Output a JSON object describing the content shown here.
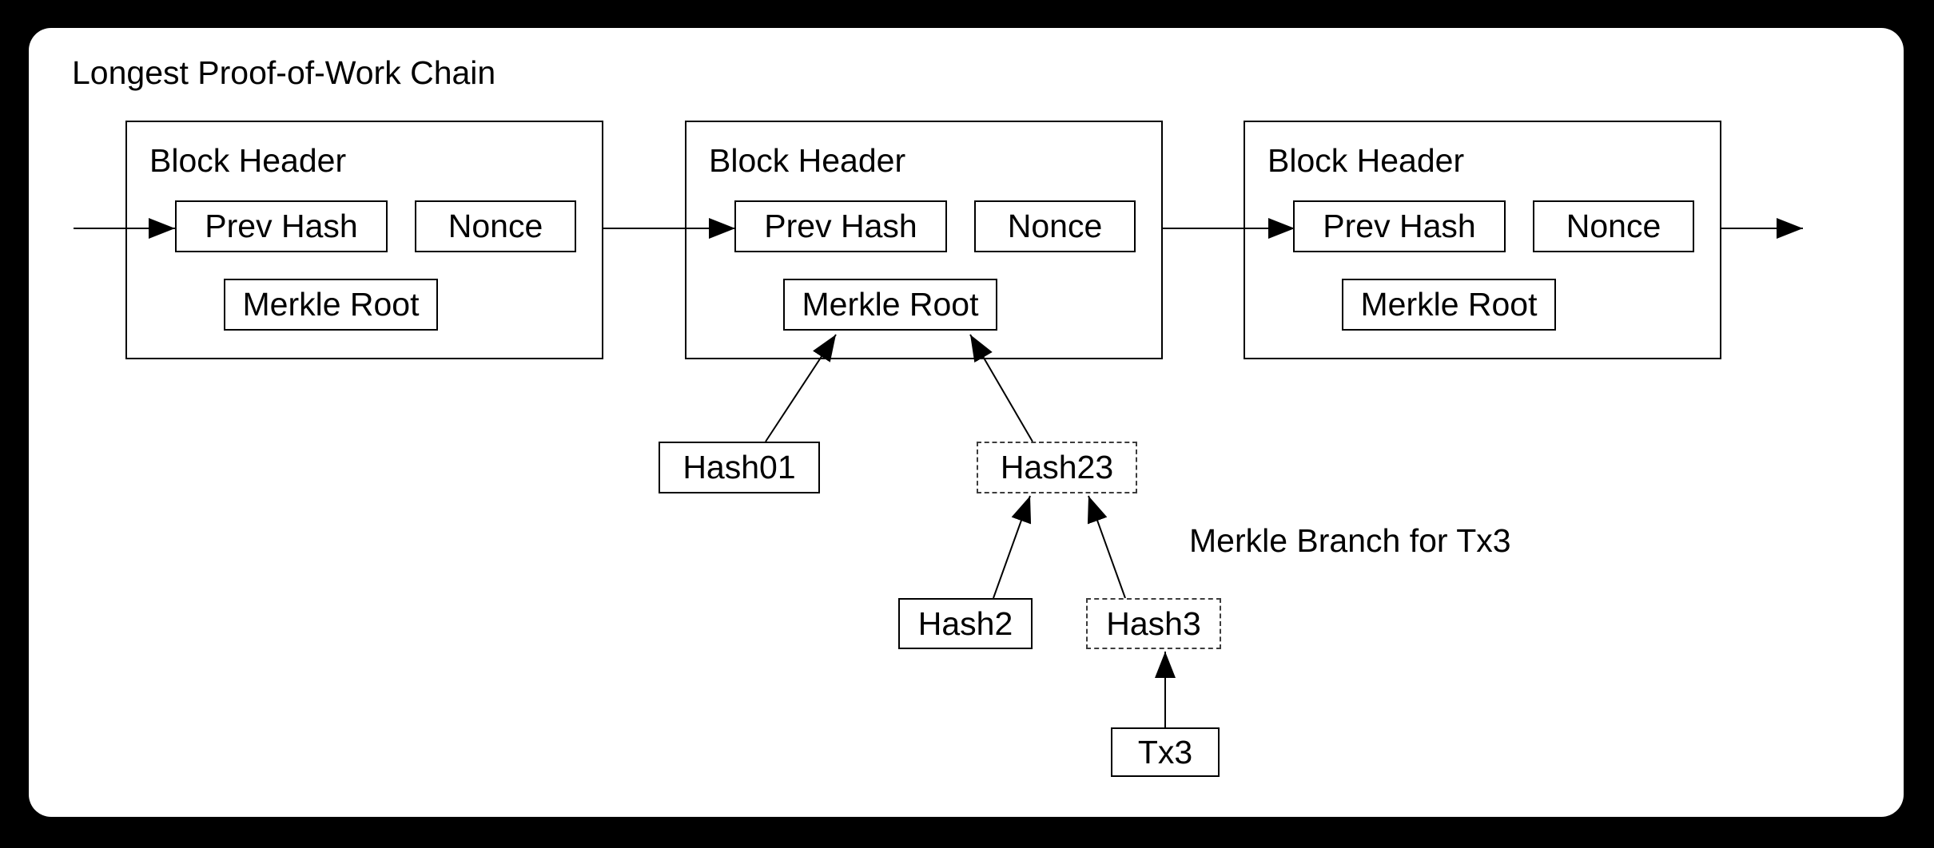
{
  "page": {
    "background_color": "#000000",
    "panel_color": "#ffffff",
    "line_color": "#000000",
    "text_color": "#000000"
  },
  "diagram": {
    "title": "Longest Proof-of-Work Chain",
    "chain": {
      "blocks": [
        {
          "header_label": "Block Header",
          "fields": {
            "prev_hash": "Prev Hash",
            "nonce": "Nonce",
            "merkle_root": "Merkle Root"
          }
        },
        {
          "header_label": "Block Header",
          "fields": {
            "prev_hash": "Prev Hash",
            "nonce": "Nonce",
            "merkle_root": "Merkle Root"
          }
        },
        {
          "header_label": "Block Header",
          "fields": {
            "prev_hash": "Prev Hash",
            "nonce": "Nonce",
            "merkle_root": "Merkle Root"
          }
        }
      ]
    },
    "merkle_tree": {
      "hash01_label": "Hash01",
      "hash23_label": "Hash23",
      "hash2_label": "Hash2",
      "hash3_label": "Hash3",
      "tx3_label": "Tx3",
      "branch_caption": "Merkle Branch for Tx3"
    }
  }
}
